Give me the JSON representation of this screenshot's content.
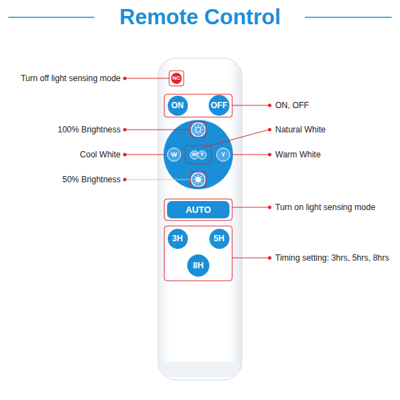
{
  "diagram": {
    "title": "Remote Control",
    "nodes": [
      {
        "text": [
          "NC"
        ]
      },
      {
        "text": [
          "ON"
        ]
      },
      {
        "text": [
          "OFF"
        ]
      },
      {
        "text": [
          "W"
        ]
      },
      {
        "text": [
          "W",
          "Y"
        ]
      },
      {
        "text": [
          "Y"
        ]
      },
      {
        "text": [
          "AUTO"
        ]
      },
      {
        "text": [
          "3H"
        ]
      },
      {
        "text": [
          "5H"
        ]
      },
      {
        "text": [
          "8H"
        ]
      }
    ],
    "labels": [
      "Turn off light sensing mode",
      "ON, OFF",
      "100% Brightness",
      "Natural White",
      "Cool White",
      "Warm White",
      "50% Brightness",
      "Turn on light sensing mode",
      "Timing setting: 3hrs, 5hrs, 8hrs"
    ]
  }
}
